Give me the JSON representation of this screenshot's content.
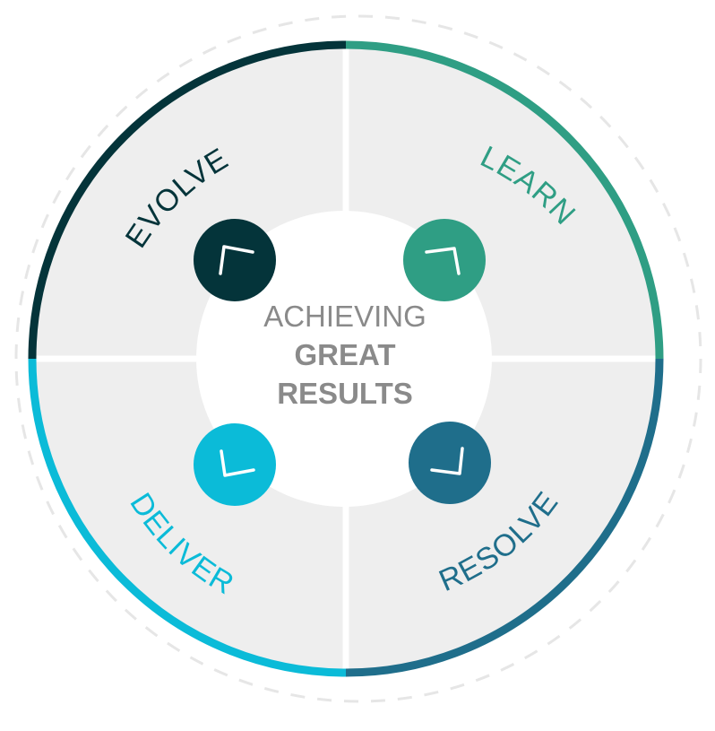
{
  "center": {
    "line1": "ACHIEVING",
    "line2": "GREAT",
    "line3": "RESULTS"
  },
  "quadrants": [
    {
      "id": "evolve",
      "label": "EVOLVE",
      "color": "#04343a",
      "icon": "corner-arrow-top-left-icon"
    },
    {
      "id": "learn",
      "label": "LEARN",
      "color": "#2f9e84",
      "icon": "corner-arrow-top-right-icon"
    },
    {
      "id": "resolve",
      "label": "RESOLVE",
      "color": "#1f6e8b",
      "icon": "corner-arrow-bottom-right-icon"
    },
    {
      "id": "deliver",
      "label": "DELIVER",
      "color": "#0bbbd8",
      "icon": "corner-arrow-bottom-left-icon"
    }
  ],
  "colors": {
    "quadrant_fill": "#eeeeee",
    "center_fill": "#ffffff",
    "outer_dash": "#e6e6e6",
    "center_text": "#8a8a8a"
  }
}
